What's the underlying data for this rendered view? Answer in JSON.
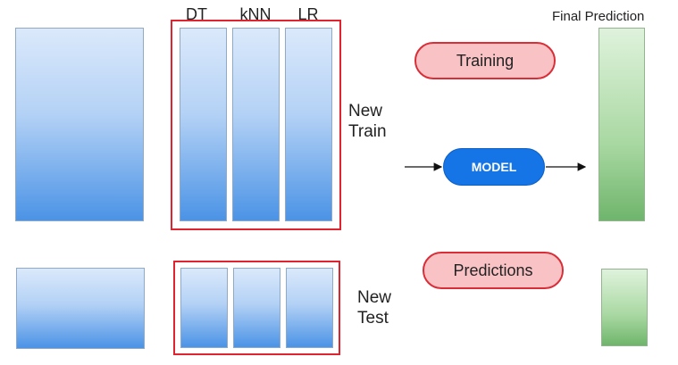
{
  "columns": {
    "dt": "DT",
    "knn": "kNN",
    "lr": "LR"
  },
  "final_prediction_label": "Final Prediction",
  "new_train": {
    "line1": "New",
    "line2": "Train"
  },
  "new_test": {
    "line1": "New",
    "line2": "Test"
  },
  "training_label": "Training",
  "model_label": "MODEL",
  "predictions_label": "Predictions",
  "colors": {
    "frame_red": "#e0242f",
    "pill_red_fill": "#f9c2c5",
    "model_blue": "#1574e6",
    "block_blue": "#4b93e6",
    "block_green": "#6fb56c"
  }
}
